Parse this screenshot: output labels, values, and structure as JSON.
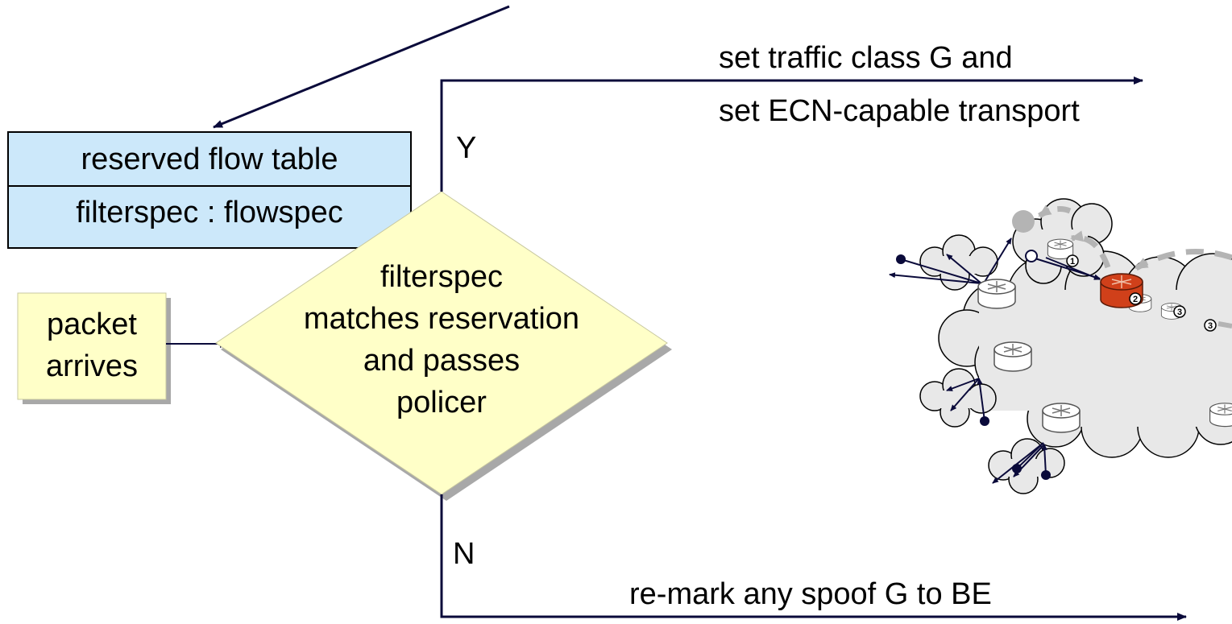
{
  "flowchart": {
    "reserved_table": {
      "header": "reserved flow table",
      "row": "filterspec : flowspec"
    },
    "start_node": {
      "line1": "packet",
      "line2": "arrives"
    },
    "decision": {
      "line1": "filterspec",
      "line2": "matches reservation",
      "line3": "and passes",
      "line4": "policer"
    },
    "yes_branch": {
      "label": "Y",
      "action_line1": "set traffic class G and",
      "action_line2": "set ECN-capable transport"
    },
    "no_branch": {
      "label": "N",
      "action": "re-mark any spoof G to BE"
    }
  },
  "network": {
    "router_labels": [
      "1",
      "2",
      "3",
      "3"
    ]
  },
  "colors": {
    "table_fill": "#cce8fa",
    "decision_fill": "#ffffc8",
    "start_fill": "#ffffc8",
    "shadow": "#a8a8a8",
    "cloud_fill": "#e8e8e8",
    "highlight_router": "#d0401a",
    "flow_arrow": "#0a0a3a",
    "path_gray": "#b4b4b4"
  }
}
